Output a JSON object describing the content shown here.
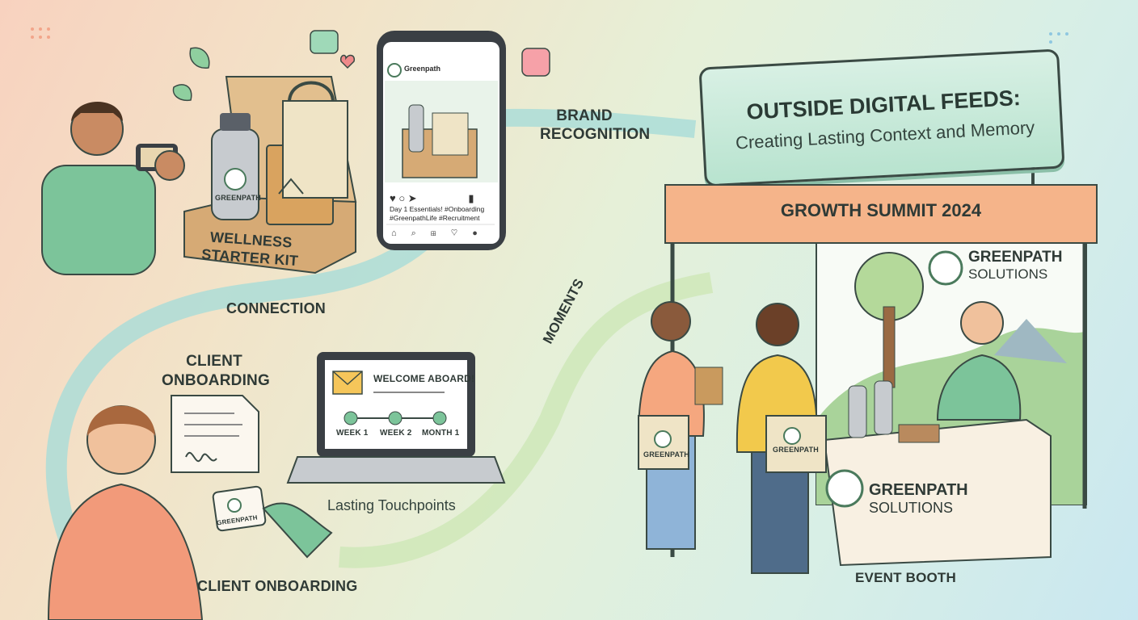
{
  "banner": {
    "title": "OUTSIDE DIGITAL FEEDS:",
    "subtitle": "Creating Lasting Context and Memory"
  },
  "summit": "GROWTH SUMMIT 2024",
  "labels": {
    "brand_recognition": [
      "BRAND",
      "RECOGNITION"
    ],
    "connection": "CONNECTION",
    "moments": "MOMENTS",
    "client_onboarding_top": [
      "CLIENT",
      "ONBOARDING"
    ],
    "client_onboarding_bottom": "CLIENT ONBOARDING",
    "lasting_touchpoints": "Lasting Touchpoints",
    "event_booth": "EVENT BOOTH"
  },
  "kit": {
    "line1": "WELLNESS",
    "line2": "STARTER KIT",
    "bottle_brand": "GREENPATH"
  },
  "phone": {
    "account": "Greenpath",
    "caption1": "Day 1 Essentials! #Onboarding",
    "caption2": "#GreenpathLife #Recruitment"
  },
  "laptop": {
    "title": "WELCOME ABOARD!",
    "steps": [
      "WEEK 1",
      "WEEK 2",
      "MONTH 1"
    ]
  },
  "badge": "GREENPATH",
  "tote": "GREENPATH",
  "booth_sign": {
    "line1": "GREENPATH",
    "line2": "SOLUTIONS"
  },
  "table_sign": {
    "line1": "GREENPATH",
    "line2": "SOLUTIONS"
  },
  "colors": {
    "green": "#6fbf95",
    "teal": "#a9dcd8",
    "peach": "#f5b48a",
    "outline": "#3a4a44"
  }
}
